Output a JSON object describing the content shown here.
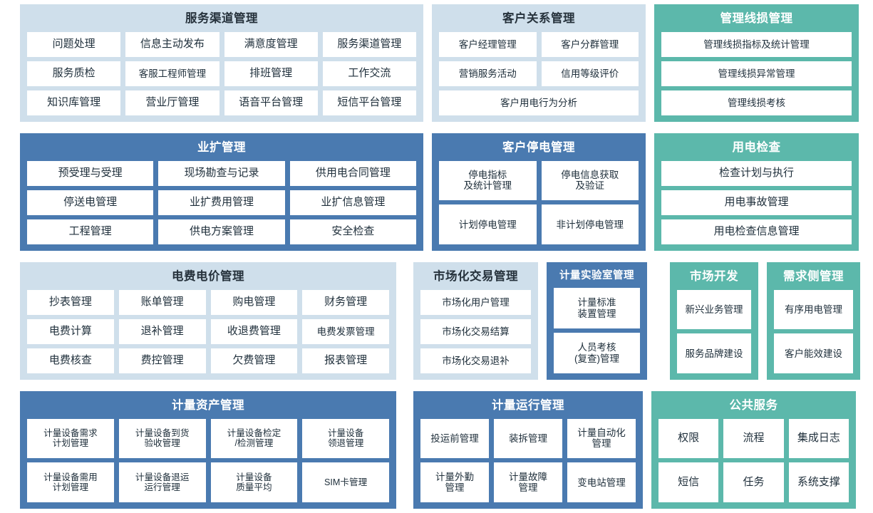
{
  "colors": {
    "light_panel": "#cfdfeb",
    "blue_panel": "#4a7ab0",
    "teal_panel": "#5cb8ab",
    "cell_bg": "#ffffff",
    "dark_title_text": "#26323c",
    "light_title_text": "#ffffff",
    "cell_text": "#20303c",
    "page_bg": "#ffffff"
  },
  "band1": {
    "service_channel": {
      "title": "服务渠道管理",
      "rows": [
        [
          "问题处理",
          "信息主动发布",
          "满意度管理",
          "服务渠道管理"
        ],
        [
          "服务质检",
          "客服工程师管理",
          "排班管理",
          "工作交流"
        ],
        [
          "知识库管理",
          "营业厅管理",
          "语音平台管理",
          "短信平台管理"
        ]
      ]
    },
    "customer_relation": {
      "title": "客户关系管理",
      "rows": [
        [
          "客户经理管理",
          "客户分群管理"
        ],
        [
          "营销服务活动",
          "信用等级评价"
        ],
        [
          "客户用电行为分析"
        ]
      ]
    },
    "line_loss": {
      "title": "管理线损管理",
      "rows": [
        [
          "管理线损指标及统计管理"
        ],
        [
          "管理线损异常管理"
        ],
        [
          "管理线损考核"
        ]
      ]
    }
  },
  "band2": {
    "business_expansion": {
      "title": "业扩管理",
      "rows": [
        [
          "预受理与受理",
          "现场勘查与记录",
          "供用电合同管理"
        ],
        [
          "停送电管理",
          "业扩费用管理",
          "业扩信息管理"
        ],
        [
          "工程管理",
          "供电方案管理",
          "安全检查"
        ]
      ]
    },
    "customer_outage": {
      "title": "客户停电管理",
      "rows": [
        [
          "停电指标\n及统计管理",
          "停电信息获取\n及验证"
        ],
        [
          "计划停电管理",
          "非计划停电管理"
        ]
      ]
    },
    "power_inspection": {
      "title": "用电检查",
      "rows": [
        [
          "检查计划与执行"
        ],
        [
          "用电事故管理"
        ],
        [
          "用电检查信息管理"
        ]
      ]
    }
  },
  "band3": {
    "electricity_fee": {
      "title": "电费电价管理",
      "rows": [
        [
          "抄表管理",
          "账单管理",
          "购电管理",
          "财务管理"
        ],
        [
          "电费计算",
          "退补管理",
          "收退费管理",
          "电费发票管理"
        ],
        [
          "电费核查",
          "费控管理",
          "欠费管理",
          "报表管理"
        ]
      ]
    },
    "market_trade": {
      "title": "市场化交易管理",
      "rows": [
        [
          "市场化用户管理"
        ],
        [
          "市场化交易结算"
        ],
        [
          "市场化交易退补"
        ]
      ]
    },
    "metering_lab": {
      "title": "计量实验室管理",
      "rows": [
        [
          "计量标准\n装置管理"
        ],
        [
          "人员考核\n(复查)管理"
        ]
      ]
    },
    "market_development": {
      "title": "市场开发",
      "rows": [
        [
          "新兴业务管理"
        ],
        [
          "服务品牌建设"
        ]
      ]
    },
    "demand_side": {
      "title": "需求侧管理",
      "rows": [
        [
          "有序用电管理"
        ],
        [
          "客户能效建设"
        ]
      ]
    }
  },
  "band4": {
    "metering_asset": {
      "title": "计量资产管理",
      "rows": [
        [
          "计量设备需求\n计划管理",
          "计量设备到货\n验收管理",
          "计量设备检定\n/检测管理",
          "计量设备\n领退管理"
        ],
        [
          "计量设备需用\n计划管理",
          "计量设备退运\n运行管理",
          "计量设备\n质量平均",
          "SIM卡管理"
        ]
      ]
    },
    "metering_operation": {
      "title": "计量运行管理",
      "rows": [
        [
          "投运前管理",
          "装拆管理",
          "计量自动化\n管理"
        ],
        [
          "计量外勤\n管理",
          "计量故障\n管理",
          "变电站管理"
        ]
      ]
    },
    "public_service": {
      "title": "公共服务",
      "rows": [
        [
          "权限",
          "流程",
          "集成日志"
        ],
        [
          "短信",
          "任务",
          "系统支撑"
        ]
      ]
    }
  }
}
